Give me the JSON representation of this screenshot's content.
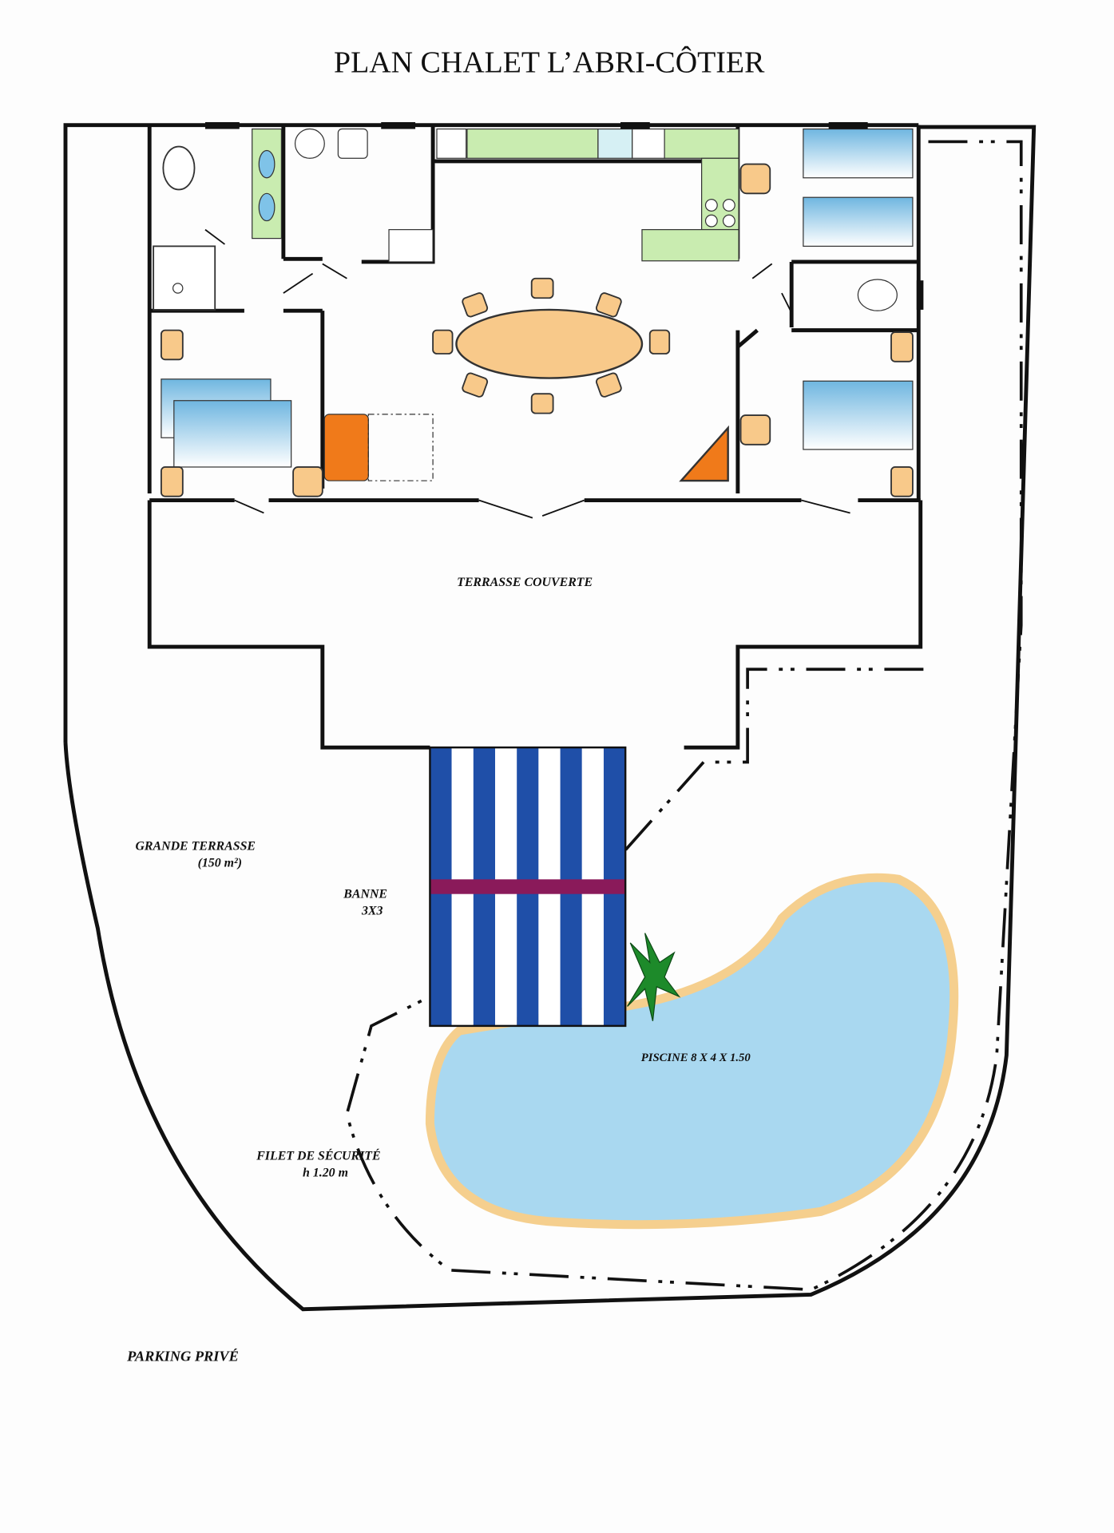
{
  "title": "PLAN CHALET L’ABRI-CÔTIER",
  "labels": {
    "terrasse_couverte": "TERRASSE COUVERTE",
    "grande_terrasse": "GRANDE TERRASSE",
    "grande_terrasse_area": "(150 m²)",
    "banne": "BANNE",
    "banne_size": "3X3",
    "piscine": "PISCINE 8 X 4 X 1.50",
    "filet": "FILET DE SÉCURITÉ",
    "filet_height": "h 1.20 m",
    "parking": "PARKING PRIVÉ"
  },
  "colors": {
    "pool": "#a9d8f0",
    "pool_edge": "#f5cf8e",
    "awning_blue": "#1f4fa8",
    "awning_band": "#8a1a5a",
    "furniture": "#f8c98a",
    "kitchen": "#c9ecb0",
    "fireplace": "#f07a1a"
  }
}
